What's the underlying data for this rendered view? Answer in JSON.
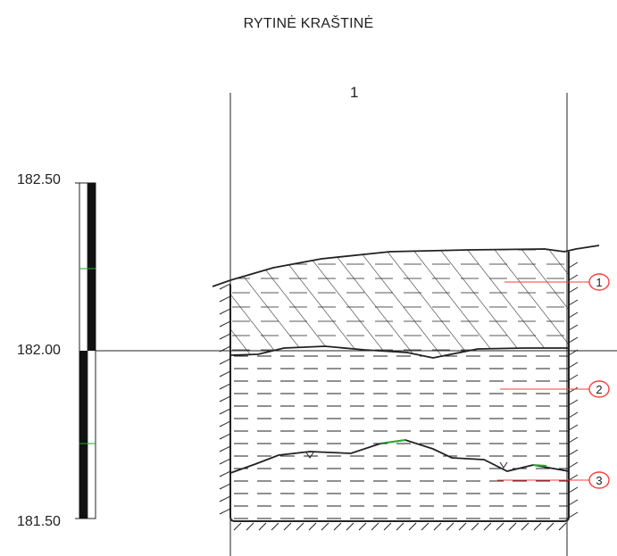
{
  "title": "RYTINĖ KRAŠTINĖ",
  "section_number": "1",
  "scale": {
    "labels": [
      "182.50",
      "182.00",
      "181.50"
    ]
  },
  "layers": [
    {
      "callout": "1",
      "pattern": "diagonal-hatch-with-dashes"
    },
    {
      "callout": "2",
      "pattern": "horizontal-dashes"
    },
    {
      "callout": "3",
      "pattern": "horizontal-dashes-with-markers"
    }
  ],
  "colors": {
    "line": "#222222",
    "callout_leader": "#ff3b3b",
    "callout_circle": "#ff3b3b",
    "accent_green": "#22aa33",
    "accent_blue": "#3b63ff"
  }
}
